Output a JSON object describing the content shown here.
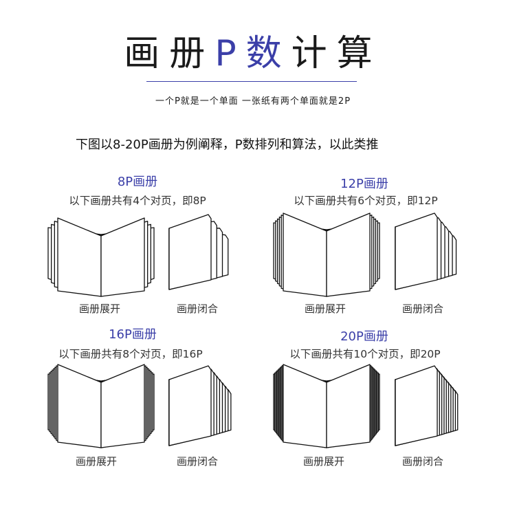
{
  "header": {
    "title_pre": "画册",
    "title_accent": "P数",
    "title_post": "计算",
    "subtitle": "一个P就是一个单面 一张纸有两个单面就是2P"
  },
  "intro": "下图以8-20P画册为例阐释，P数排列和算法，以此类推",
  "labels": {
    "open": "画册展开",
    "closed": "画册闭合"
  },
  "colors": {
    "accent": "#3b3fa8",
    "line": "#111111"
  },
  "groups": [
    {
      "title": "8P画册",
      "desc": "以下画册共有4个对页，即8P",
      "spreads": 4
    },
    {
      "title": "12P画册",
      "desc": "以下画册共有6个对页，即12P",
      "spreads": 6
    },
    {
      "title": "16P画册",
      "desc": "以下画册共有8个对页，即16P",
      "spreads": 8
    },
    {
      "title": "20P画册",
      "desc": "以下画册共有10个对页，即20P",
      "spreads": 10
    }
  ]
}
